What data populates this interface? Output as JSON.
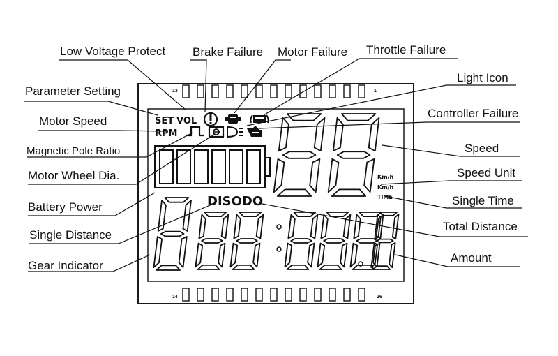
{
  "labels": {
    "low_voltage_protect": "Low Voltage Protect",
    "brake_failure": "Brake Failure",
    "motor_failure": "Motor Failure",
    "throttle_failure": "Throttle Failure",
    "light_icon": "Light Icon",
    "parameter_setting": "Parameter Setting",
    "controller_failure": "Controller Failure",
    "motor_speed": "Motor Speed",
    "speed": "Speed",
    "magnetic_pole_ratio": "Magnetic Pole Ratio",
    "speed_unit": "Speed Unit",
    "motor_wheel_dia": "Motor Wheel Dia.",
    "single_time": "Single Time",
    "battery_power": "Battery Power",
    "total_distance": "Total Distance",
    "single_distance": "Single Distance",
    "amount": "Amount",
    "gear_indicator": "Gear Indicator"
  },
  "lcd": {
    "set_text": "SET",
    "vol_text": "VOL",
    "rpm_text": "RPM",
    "diso_text": "DISODO",
    "unit_kmh": "Km/h",
    "unit_mph": "Km/h",
    "time_text": "TIME",
    "pin_top_left": "13",
    "pin_top_right": "1",
    "pin_bottom_left": "14",
    "pin_bottom_right": "26"
  },
  "icons": {
    "brake": "brake-warning-icon",
    "motor": "motor-icon",
    "throttle": "throttle-icon",
    "light": "headlight-icon",
    "controller": "controller-icon",
    "magnetic": "pulse-icon",
    "wheel": "wheel-icon",
    "battery": "battery-icon"
  }
}
